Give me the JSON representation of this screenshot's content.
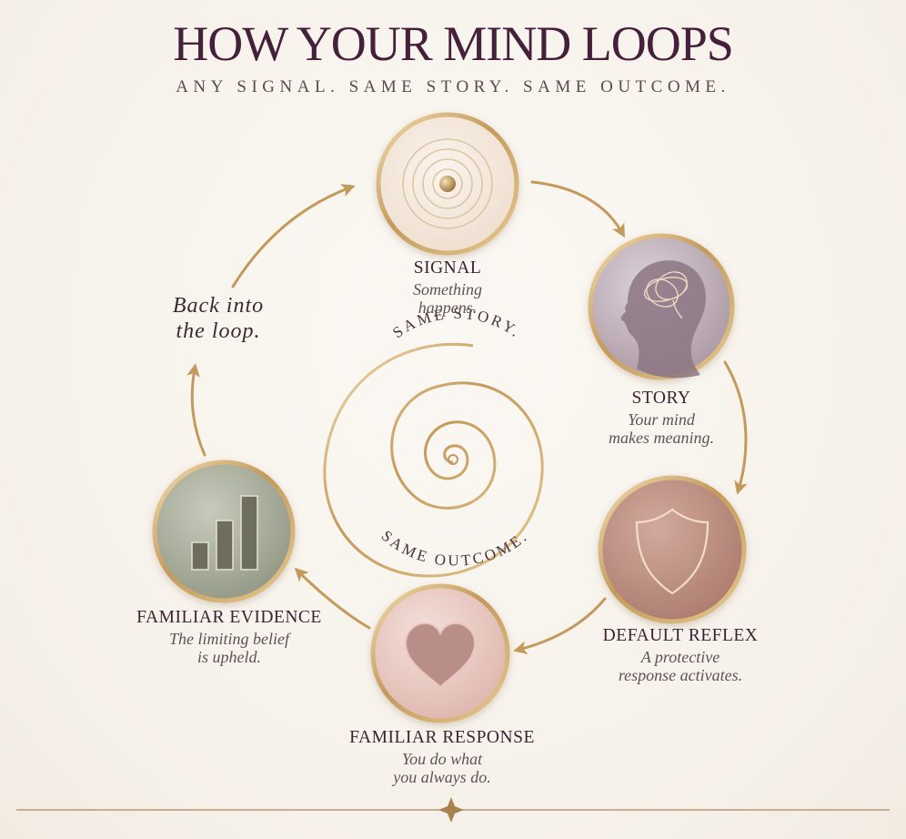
{
  "header": {
    "title": "HOW YOUR MIND LOOPS",
    "subtitle": "ANY SIGNAL. SAME STORY. SAME OUTCOME."
  },
  "spiral": {
    "top_text": "SAME STORY.",
    "bottom_text": "SAME OUTCOME."
  },
  "loop_note": {
    "line1": "Back into",
    "line2": "the loop."
  },
  "steps": [
    {
      "title": "SIGNAL",
      "desc1": "Something",
      "desc2": "happens.",
      "icon": "concentric-circles-icon"
    },
    {
      "title": "STORY",
      "desc1": "Your mind",
      "desc2": "makes meaning.",
      "icon": "head-profile-icon"
    },
    {
      "title": "DEFAULT REFLEX",
      "desc1": "A protective",
      "desc2": "response activates.",
      "icon": "shield-icon"
    },
    {
      "title": "FAMILIAR RESPONSE",
      "desc1": "You do what",
      "desc2": "you always do.",
      "icon": "heart-icon"
    },
    {
      "title": "FAMILIAR EVIDENCE",
      "desc1": "The limiting belief",
      "desc2": "is upheld.",
      "icon": "bar-chart-icon"
    }
  ],
  "colors": {
    "title": "#45203a",
    "gold": "#c9a46a",
    "signal_fill": "#f3e7d9",
    "story_fill": "#b8a9b2",
    "reflex_fill": "#b98d80",
    "response_fill": "#e8c9c2",
    "evidence_fill": "#a7ab98"
  }
}
